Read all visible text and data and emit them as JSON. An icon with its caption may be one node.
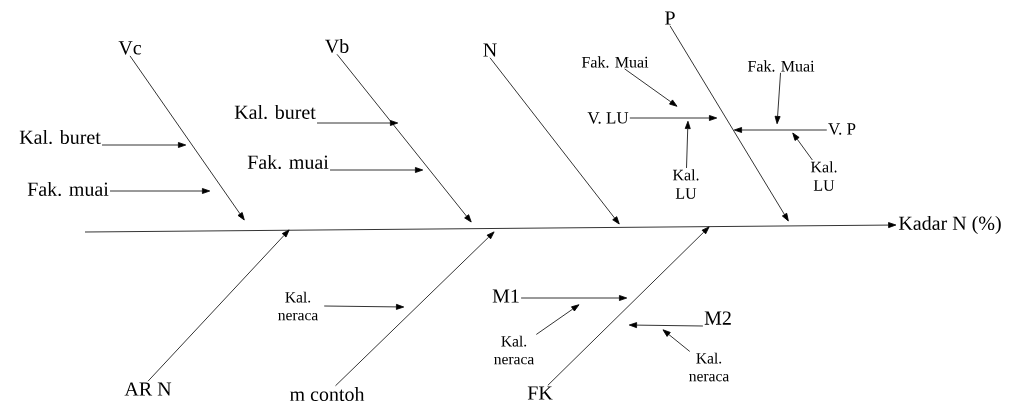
{
  "diagram": {
    "nodes": [
      {
        "text": [
          "Vc"
        ]
      },
      {
        "text": [
          "Kal. buret"
        ]
      },
      {
        "text": [
          "Fak. muai"
        ]
      },
      {
        "text": [
          "Vb"
        ]
      },
      {
        "text": [
          "Kal. buret"
        ]
      },
      {
        "text": [
          "Fak. muai"
        ]
      },
      {
        "text": [
          "N"
        ]
      },
      {
        "text": [
          "P"
        ]
      },
      {
        "text": [
          "Fak. Muai"
        ]
      },
      {
        "text": [
          "V. LU"
        ]
      },
      {
        "text": [
          "Kal. LU"
        ]
      },
      {
        "text": [
          "Fak. Muai"
        ]
      },
      {
        "text": [
          "V. P"
        ]
      },
      {
        "text": [
          "Kal. LU"
        ]
      },
      {
        "text": [
          "Kadar N (%)"
        ]
      },
      {
        "text": [
          "AR N"
        ]
      },
      {
        "text": [
          "Kal. neraca"
        ]
      },
      {
        "text": [
          "m contoh"
        ]
      },
      {
        "text": [
          "M1"
        ]
      },
      {
        "text": [
          "Kal. neraca"
        ]
      },
      {
        "text": [
          "M2"
        ]
      },
      {
        "text": [
          "Kal. neraca"
        ]
      },
      {
        "text": [
          "FK"
        ]
      }
    ],
    "edges": [
      {
        "from": 0,
        "to": null,
        "arrow": "to"
      },
      {
        "from": 1,
        "to": null,
        "arrow": "to"
      },
      {
        "from": 2,
        "to": null,
        "arrow": "to"
      },
      {
        "from": 3,
        "to": null,
        "arrow": "to"
      },
      {
        "from": 4,
        "to": null,
        "arrow": "to"
      },
      {
        "from": 5,
        "to": null,
        "arrow": "to"
      },
      {
        "from": 6,
        "to": null,
        "arrow": "to"
      },
      {
        "from": 7,
        "to": null,
        "arrow": "to"
      },
      {
        "from": 9,
        "to": null,
        "arrow": "to"
      },
      {
        "from": 8,
        "to": null,
        "arrow": "to"
      },
      {
        "from": 10,
        "to": null,
        "arrow": "to"
      },
      {
        "from": 12,
        "to": null,
        "arrow": "to"
      },
      {
        "from": 11,
        "to": null,
        "arrow": "to"
      },
      {
        "from": 13,
        "to": null,
        "arrow": "to"
      },
      {
        "from": 15,
        "to": null,
        "arrow": "to"
      },
      {
        "from": 17,
        "to": null,
        "arrow": "to"
      },
      {
        "from": 16,
        "to": null,
        "arrow": "to"
      },
      {
        "from": 22,
        "to": null,
        "arrow": "to"
      },
      {
        "from": 18,
        "to": null,
        "arrow": "to"
      },
      {
        "from": 19,
        "to": null,
        "arrow": "to"
      },
      {
        "from": 20,
        "to": null,
        "arrow": "to"
      },
      {
        "from": 21,
        "to": null,
        "arrow": "to"
      },
      {
        "from": null,
        "to": 14,
        "arrow": "to"
      }
    ]
  }
}
